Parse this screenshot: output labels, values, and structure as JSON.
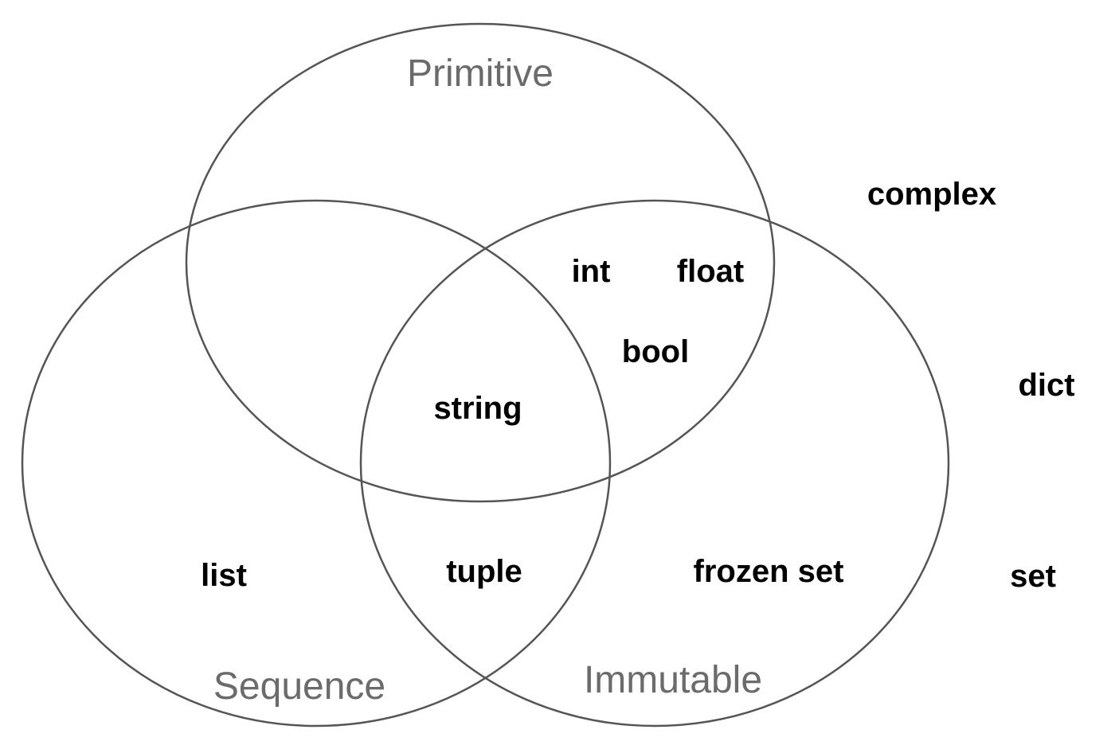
{
  "colors": {
    "outline": "#555555",
    "set_title": "#6b6b6b",
    "item_text": "#000000",
    "background": "#ffffff"
  },
  "sets": {
    "primitive": {
      "title": "Primitive"
    },
    "sequence": {
      "title": "Sequence"
    },
    "immutable": {
      "title": "Immutable"
    }
  },
  "items": {
    "string": "string",
    "int": "int",
    "float": "float",
    "bool": "bool",
    "tuple": "tuple",
    "list": "list",
    "frozen_set": "frozen set",
    "complex": "complex",
    "dict": "dict",
    "set": "set"
  }
}
